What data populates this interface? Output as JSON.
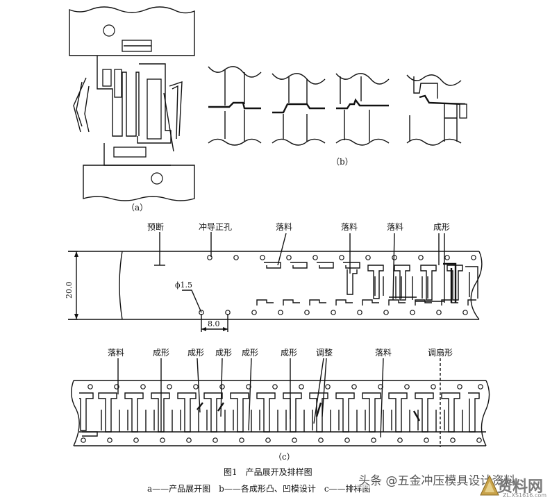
{
  "figure": {
    "label_a": "（a）",
    "label_b": "（b）",
    "label_c": "（c）",
    "caption_title": "图1　产品展开及排样图",
    "caption_sub": "a——产品展开图　b——各成形凸、凹模设计　c——排样图"
  },
  "strip_b": {
    "labels": {
      "pre_cut": "预断",
      "pilot_hole": "冲导正孔",
      "blank1": "落料",
      "blank2": "落料",
      "blank3": "落料",
      "form": "成形"
    },
    "dims": {
      "width": "20.0",
      "hole_dia": "ϕ1.5",
      "pitch": "8.0"
    }
  },
  "strip_c": {
    "labels": {
      "blank_a": "落料",
      "form_a": "成形",
      "form_b": "成形",
      "form_c": "成形",
      "form_d": "成形",
      "form_e": "成形",
      "adjust": "调整",
      "blank_b": "落料",
      "fan_adjust": "调扇形"
    }
  },
  "watermark": {
    "text": "头条 @五金冲压模具设计资料",
    "logo_text": "资料网",
    "logo_url": "ZL.XS1616.com"
  }
}
